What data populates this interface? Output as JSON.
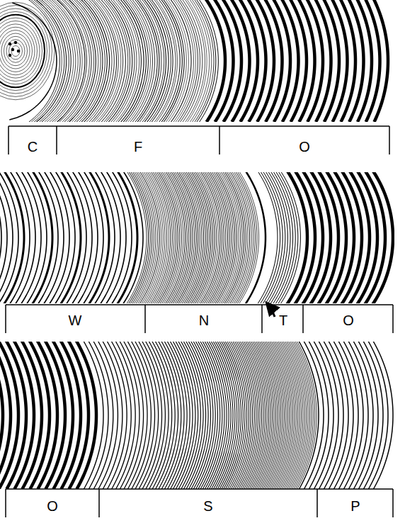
{
  "diagram": {
    "labels": [
      "C",
      "F",
      "O",
      "W",
      "N",
      "T",
      "O",
      "O",
      "S",
      "P"
    ]
  }
}
